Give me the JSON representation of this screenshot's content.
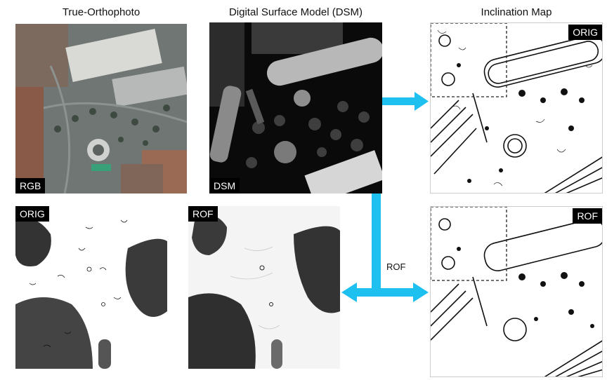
{
  "titles": {
    "ortho": "True-Orthophoto",
    "dsm": "Digital Surface Model (DSM)",
    "inclination": "Inclination Map"
  },
  "tags": {
    "rgb": "RGB",
    "dsm": "DSM",
    "orig_top": "ORIG",
    "orig_bottom": "ORIG",
    "rof_bottom": "ROF",
    "rof_right": "ROF"
  },
  "arrow_label": "ROF",
  "colors": {
    "arrow": "#1ec0f0",
    "tag_bg": "#000000"
  }
}
